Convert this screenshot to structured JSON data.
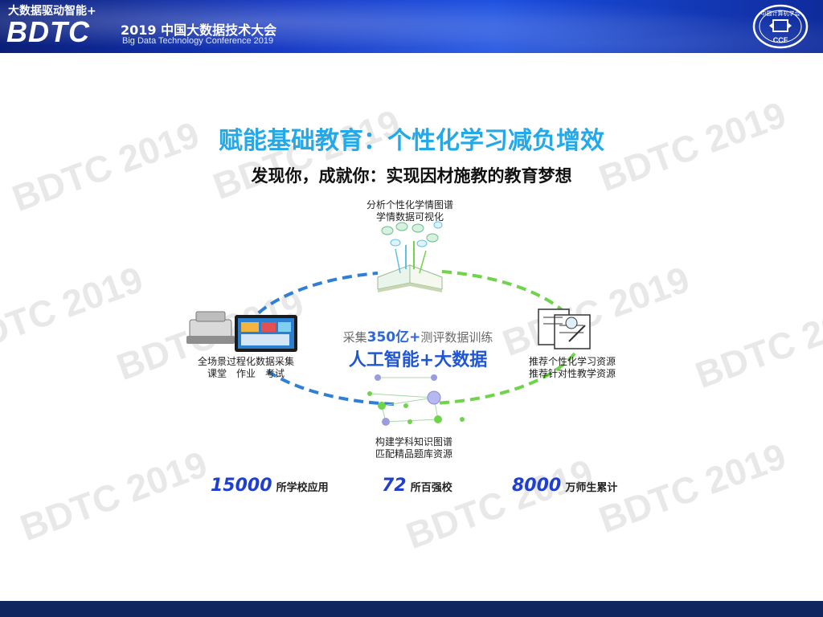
{
  "header": {
    "slogan": "大数据驱动智能+",
    "brand": "BDTC",
    "title_cn": "2019 中国大数据技术大会",
    "title_en": "Big Data Technology Conference 2019",
    "logo_top": "中国计算机学会",
    "logo_bottom": "CCF"
  },
  "watermark_text": "BDTC 2019",
  "title": "赋能基础教育：个性化学习减负增效",
  "subtitle": "发现你，成就你：实现因材施教的教育梦想",
  "diagram": {
    "top_label_1": "分析个性化学情图谱",
    "top_label_2": "学情数据可视化",
    "left_label_1": "全场景过程化数据采集",
    "left_label_2": "课堂　作业　考试",
    "right_label_1": "推荐个性化学习资源",
    "right_label_2": "推荐针对性教学资源",
    "bottom_label_1": "构建学科知识图谱",
    "bottom_label_2": "匹配精品题库资源",
    "center_prefix": "采集",
    "center_highlight": "350亿+",
    "center_suffix": "测评数据训练",
    "center_main": "人工智能+大数据"
  },
  "stats": [
    {
      "value": "15000",
      "unit": "所学校应用"
    },
    {
      "value": "72",
      "unit": "所百强校"
    },
    {
      "value": "8000",
      "unit": "万师生累计"
    }
  ],
  "colors": {
    "accent": "#23a8e8",
    "stat_number": "#1e3fd0",
    "ellipse_green": "#6fd44a",
    "ellipse_blue": "#2f7fd8",
    "header_blue": "#1236c4"
  }
}
